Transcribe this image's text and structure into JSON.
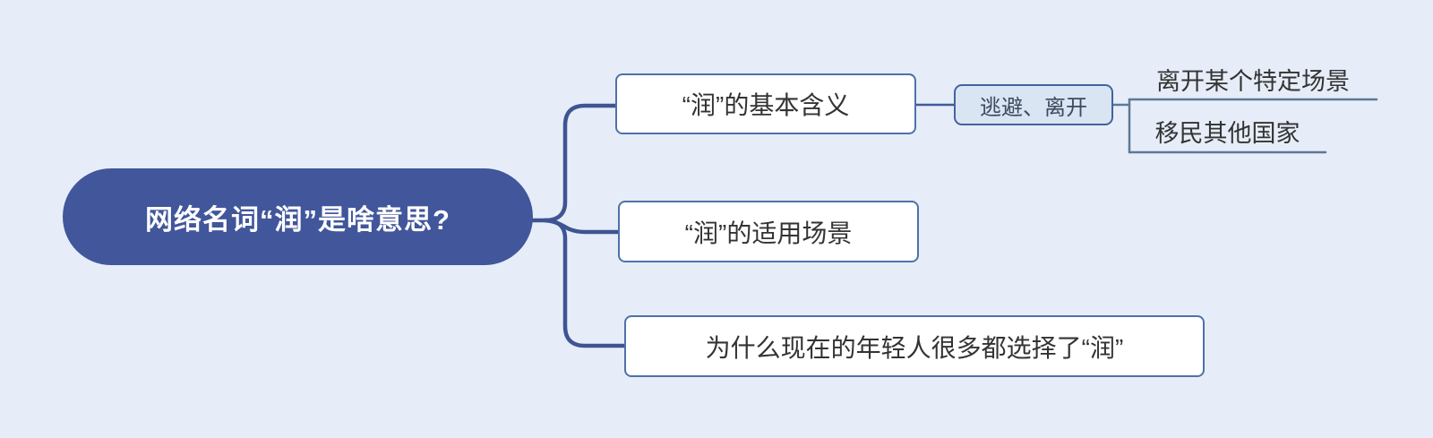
{
  "mindmap": {
    "root": {
      "label": "网络名词“润”是啥意思?"
    },
    "branches": [
      {
        "label": "“润”的基本含义"
      },
      {
        "label": "“润”的适用场景"
      },
      {
        "label": "为什么现在的年轻人很多都选择了“润”"
      }
    ],
    "meaning_child": {
      "label": "逃避、离开"
    },
    "meaning_leaves": [
      {
        "label": "离开某个特定场景"
      },
      {
        "label": "移民其他国家"
      }
    ]
  },
  "colors": {
    "background": "#E6EDF8",
    "root_fill": "#41569B",
    "root_text": "#FFFFFF",
    "connector": "#3E5493",
    "box_border": "#4E71A8",
    "box_fill": "#FFFFFF",
    "sub_box_fill": "#D9E5F3",
    "sub_box_text": "#3D4A5F",
    "leaf_line": "#5E7894",
    "node_text": "#333333"
  }
}
